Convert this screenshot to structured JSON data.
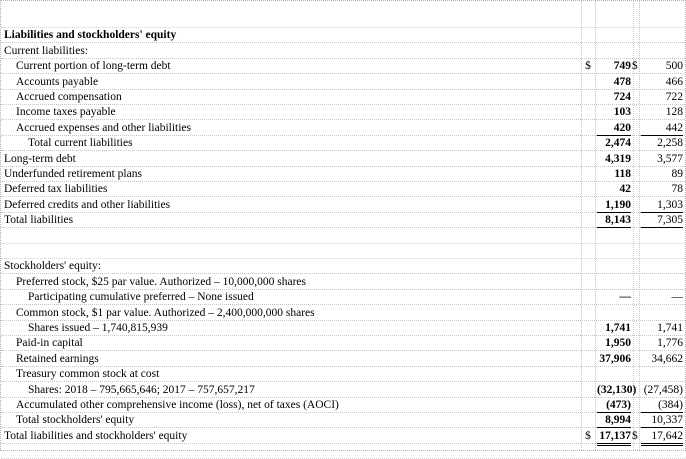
{
  "rows": [
    {
      "label": "",
      "blank": true
    },
    {
      "label": "Liabilities and stockholders' equity",
      "bold": true,
      "indent": 0
    },
    {
      "label": "Current liabilities:",
      "indent": 0
    },
    {
      "label": "Current portion of long-term debt",
      "indent": 1,
      "cur": "$",
      "v2018": "749",
      "cur17": "$",
      "v2017": "500"
    },
    {
      "label": "Accounts payable",
      "indent": 1,
      "v2018": "478",
      "v2017": "466"
    },
    {
      "label": "Accrued compensation",
      "indent": 1,
      "v2018": "724",
      "v2017": "722"
    },
    {
      "label": "Income taxes payable",
      "indent": 1,
      "v2018": "103",
      "v2017": "128"
    },
    {
      "label": "Accrued expenses and other liabilities",
      "indent": 1,
      "v2018": "420",
      "v2017": "442",
      "ul": true
    },
    {
      "label": "Total current liabilities",
      "indent": 2,
      "v2018": "2,474",
      "v2017": "2,258"
    },
    {
      "label": "Long-term debt",
      "indent": 0,
      "v2018": "4,319",
      "v2017": "3,577"
    },
    {
      "label": "Underfunded retirement plans",
      "indent": 0,
      "v2018": "118",
      "v2017": "89"
    },
    {
      "label": "Deferred tax liabilities",
      "indent": 0,
      "v2018": "42",
      "v2017": "78"
    },
    {
      "label": "Deferred credits and other liabilities",
      "indent": 0,
      "v2018": "1,190",
      "v2017": "1,303",
      "ul": true
    },
    {
      "label": "Total liabilities",
      "indent": 0,
      "v2018": "8,143",
      "v2017": "7,305",
      "ul": true
    },
    {
      "label": "",
      "blank": true
    },
    {
      "label": "",
      "blank": true
    },
    {
      "label": "Stockholders' equity:",
      "indent": 0
    },
    {
      "label": "Preferred stock, $25 par value. Authorized – 10,000,000 shares",
      "indent": 1
    },
    {
      "label": "Participating cumulative preferred – None issued",
      "indent": 2,
      "v2018": "—",
      "v2017": "—"
    },
    {
      "label": "Common stock, $1 par value. Authorized – 2,400,000,000 shares",
      "indent": 1
    },
    {
      "label": "Shares issued – 1,740,815,939",
      "indent": 2,
      "v2018": "1,741",
      "v2017": "1,741"
    },
    {
      "label": "Paid-in capital",
      "indent": 1,
      "v2018": "1,950",
      "v2017": "1,776"
    },
    {
      "label": "Retained earnings",
      "indent": 1,
      "v2018": "37,906",
      "v2017": "34,662"
    },
    {
      "label": "Treasury common stock at cost",
      "indent": 1
    },
    {
      "label": "Shares: 2018 – 795,665,646; 2017 – 757,657,217",
      "indent": 2,
      "v2018": "(32,130)",
      "v2017": "(27,458)"
    },
    {
      "label": "Accumulated other comprehensive income (loss), net of taxes (AOCI)",
      "indent": 1,
      "v2018": "(473)",
      "v2017": "(384)",
      "ul": true
    },
    {
      "label": "Total stockholders' equity",
      "indent": 1,
      "v2018": "8,994",
      "v2017": "10,337",
      "ul": true
    },
    {
      "label": "Total liabilities and stockholders' equity",
      "indent": 0,
      "cur": "$",
      "v2018": "17,137",
      "cur17": "$",
      "v2017": "17,642",
      "dul": true
    },
    {
      "label": "",
      "blank": true
    }
  ]
}
